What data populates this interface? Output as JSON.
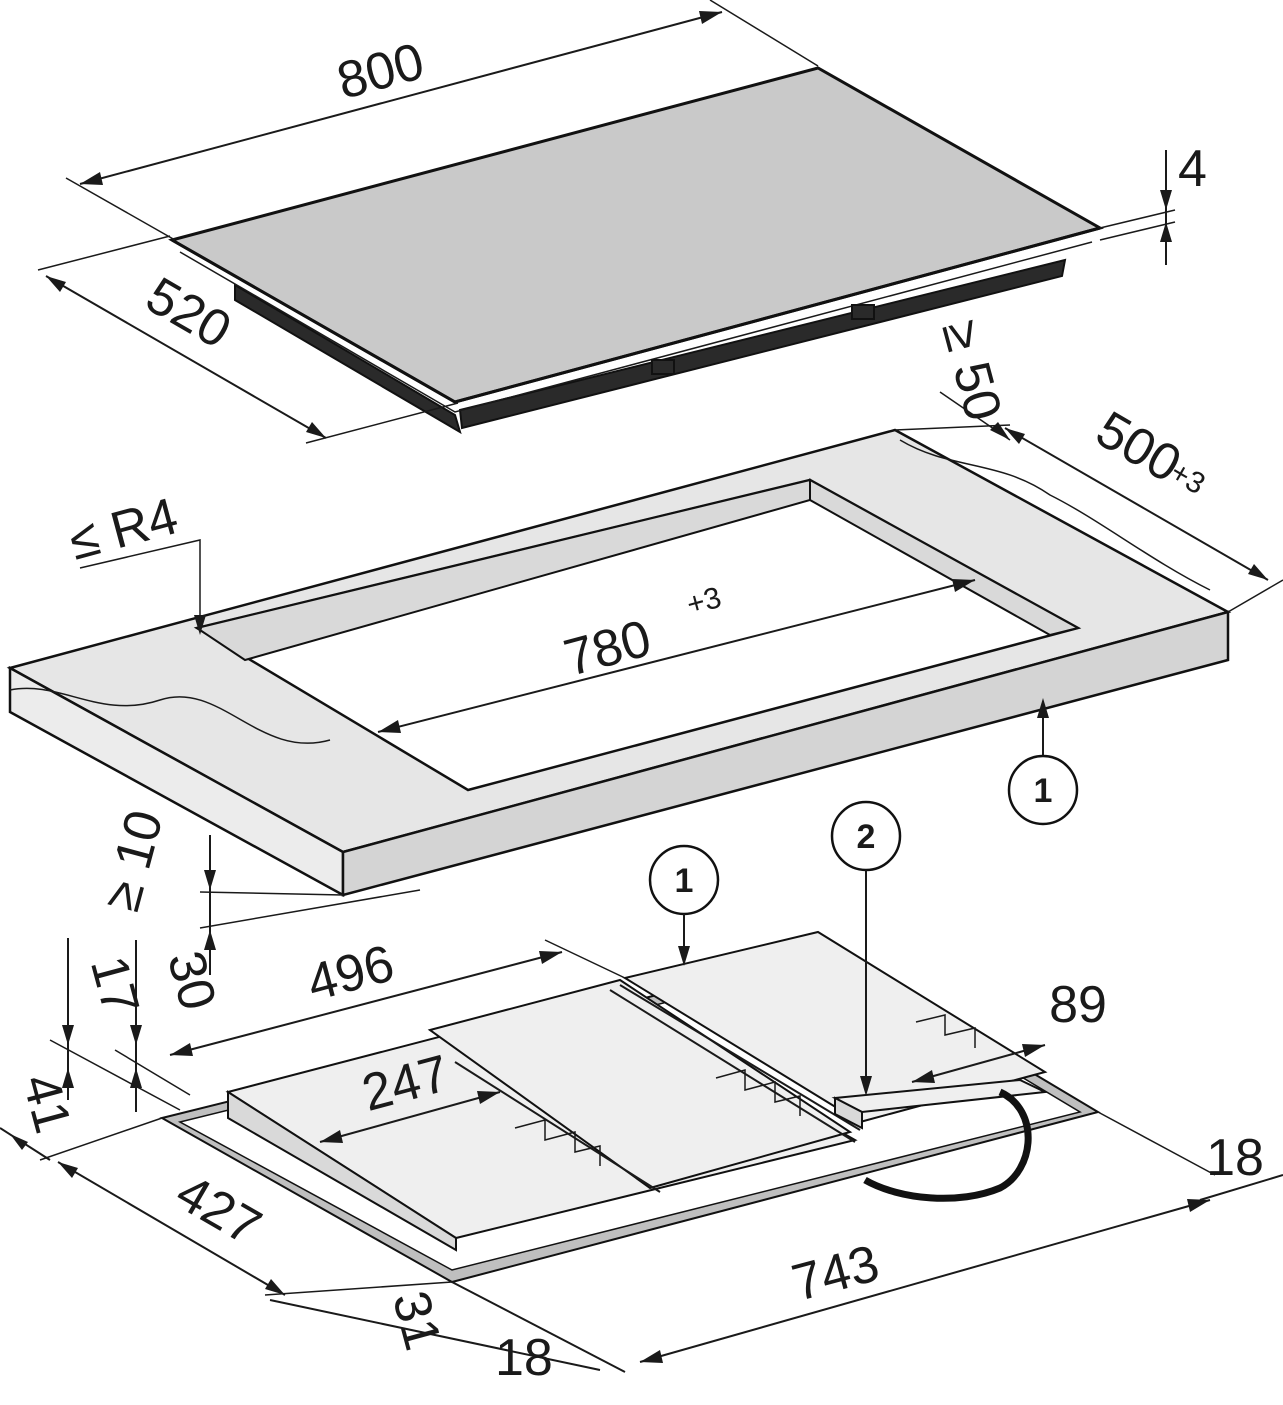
{
  "dimensions": {
    "hob_width": "800",
    "hob_depth": "520",
    "glass_thickness": "4",
    "min_rear_clearance": "≥ 50",
    "cutout_depth": "500",
    "cutout_depth_tolerance": "+3",
    "corner_radius": "≤ R4",
    "cutout_width": "780",
    "cutout_width_tolerance": "+3",
    "min_side_distance": "≥ 10",
    "dim_17": "17",
    "dim_30": "30",
    "dim_41": "41",
    "dim_496": "496",
    "dim_247": "247",
    "dim_89": "89",
    "dim_427": "427",
    "dim_743": "743",
    "dim_31": "31",
    "dim_18_front": "18",
    "dim_18_right": "18"
  },
  "callouts": {
    "worktop_marker": "1",
    "unit_marker_1": "1",
    "unit_marker_2": "2"
  },
  "colors": {
    "glass": "#c9c9c9",
    "outline": "#111111",
    "worktop": "#e6e6e6"
  }
}
